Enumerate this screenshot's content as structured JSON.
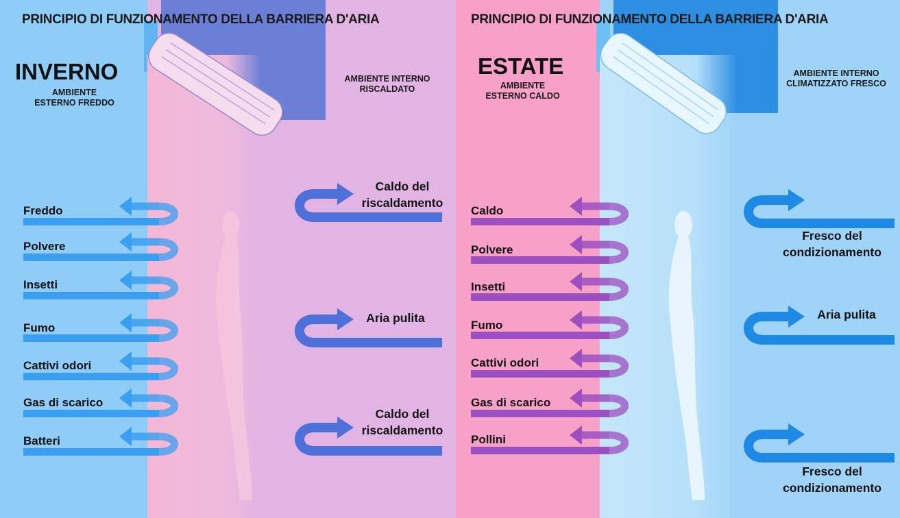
{
  "winter": {
    "title": "PRINCIPIO DI FUNZIONAMENTO DELLA BARRIERA D'ARIA",
    "season": "INVERNO",
    "outside_label": "AMBIENTE\nESTERNO FREDDO",
    "inside_label": "AMBIENTE INTERNO\nRISCALDATO",
    "blocked_items": [
      "Freddo",
      "Polvere",
      "Insetti",
      "Fumo",
      "Cattivi odori",
      "Gas di scarico",
      "Batteri"
    ],
    "inside_flows": [
      "Caldo del\nriscaldamento",
      "Aria pulita",
      "Caldo del\nriscaldamento"
    ]
  },
  "summer": {
    "title": "PRINCIPIO DI FUNZIONAMENTO DELLA BARRIERA D'ARIA",
    "season": "ESTATE",
    "outside_label": "AMBIENTE\nESTERNO CALDO",
    "inside_label": "AMBIENTE INTERNO\nCLIMATIZZATO FRESCO",
    "blocked_items": [
      "Caldo",
      "Polvere",
      "Insetti",
      "Fumo",
      "Cattivi odori",
      "Gas di scarico",
      "Pollini"
    ],
    "inside_flows": [
      "Fresco del\ncondizionamento",
      "Aria pulita",
      "Fresco del\ncondizionamento"
    ]
  },
  "colors": {
    "winter_outside": "#8fccf7",
    "winter_inside": "#e2b4e4",
    "winter_curtain": "#f4b8d6",
    "winter_blocked_arrow": "#3a9ff0",
    "winter_inside_arrow": "#4f6fd9",
    "summer_outside": "#f7a0c8",
    "summer_inside": "#9fd3f8",
    "summer_curtain": "#c5e7fb",
    "summer_blocked_arrow": "#9b4fc0",
    "summer_inside_arrow": "#1e8ae6"
  }
}
